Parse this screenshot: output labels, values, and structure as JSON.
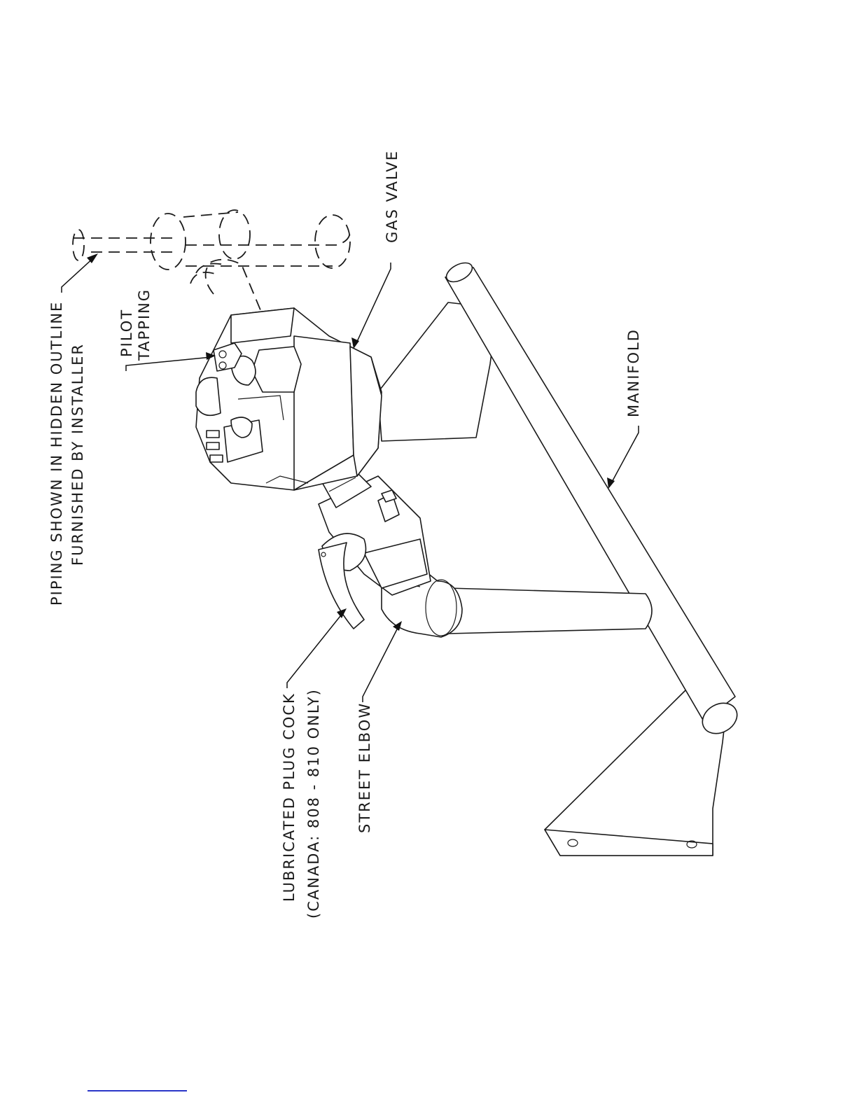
{
  "labels": {
    "piping_line1": "PIPING SHOWN IN HIDDEN OUTLINE",
    "piping_line2": "FURNISHED BY INSTALLER",
    "pilot_line1": "PILOT",
    "pilot_line2": "TAPPING",
    "gas_valve": "GAS VALVE",
    "manifold": "MANIFOLD",
    "plug_cock_line1": "LUBRICATED PLUG COCK",
    "plug_cock_line2": "(CANADA: 808 - 810 ONLY)",
    "street_elbow": "STREET ELBOW"
  },
  "colors": {
    "line": "#1a1a1a",
    "footer_rule": "#2a36c8"
  }
}
